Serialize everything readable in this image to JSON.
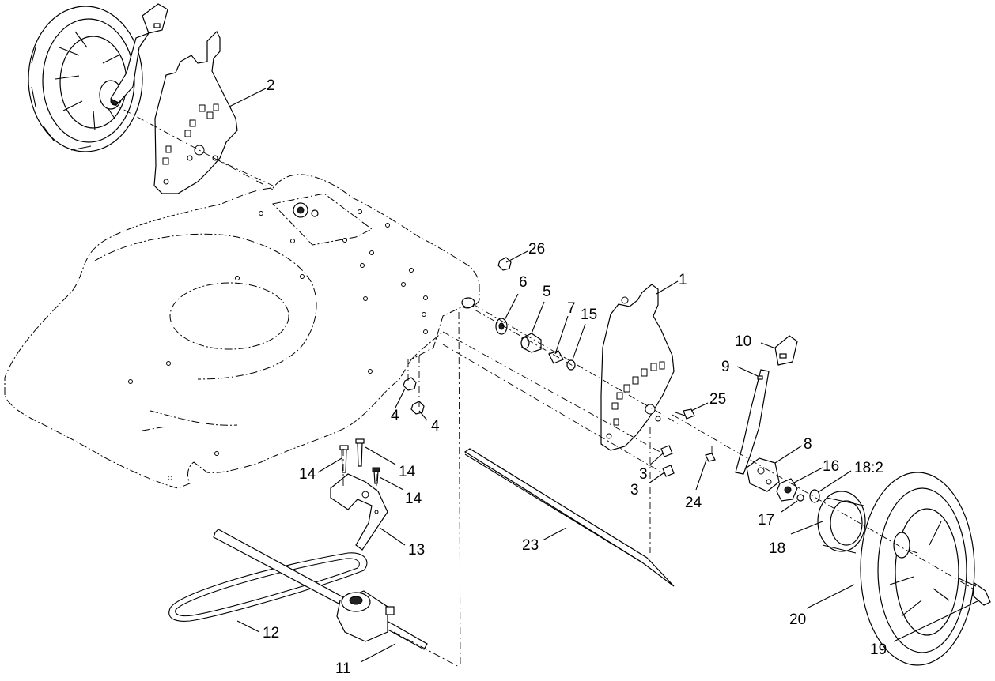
{
  "callouts": {
    "c1": "1",
    "c2": "2",
    "c3a": "3",
    "c3b": "3",
    "c4a": "4",
    "c4b": "4",
    "c5": "5",
    "c6": "6",
    "c7": "7",
    "c8": "8",
    "c9": "9",
    "c10": "10",
    "c11": "11",
    "c12": "12",
    "c13": "13",
    "c14a": "14",
    "c14b": "14",
    "c14c": "14",
    "c15": "15",
    "c16": "16",
    "c17": "17",
    "c18": "18",
    "c18b": "18:2",
    "c19": "19",
    "c20": "20",
    "c23": "23",
    "c24": "24",
    "c25": "25",
    "c26": "26"
  }
}
